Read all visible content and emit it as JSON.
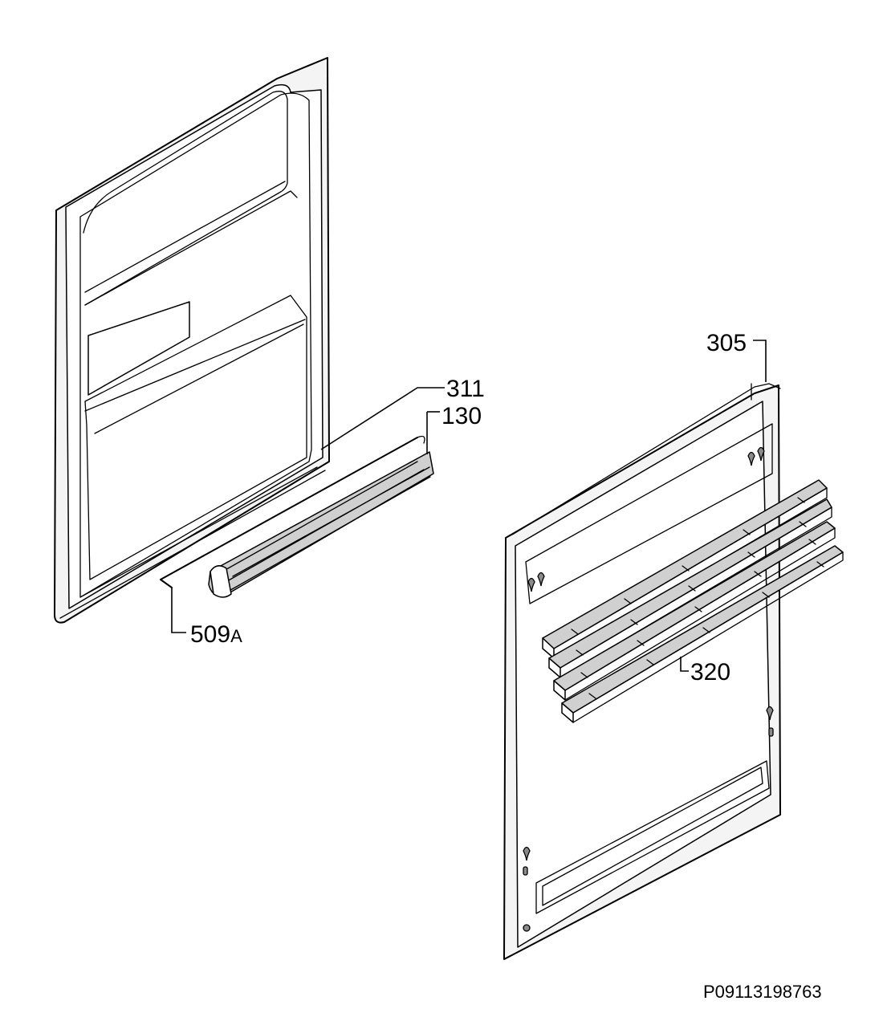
{
  "callouts": {
    "c305": "305",
    "c311": "311",
    "c130": "130",
    "c509": "509",
    "c509_suffix": "A",
    "c320": "320"
  },
  "drawing_code": "P09113198763"
}
